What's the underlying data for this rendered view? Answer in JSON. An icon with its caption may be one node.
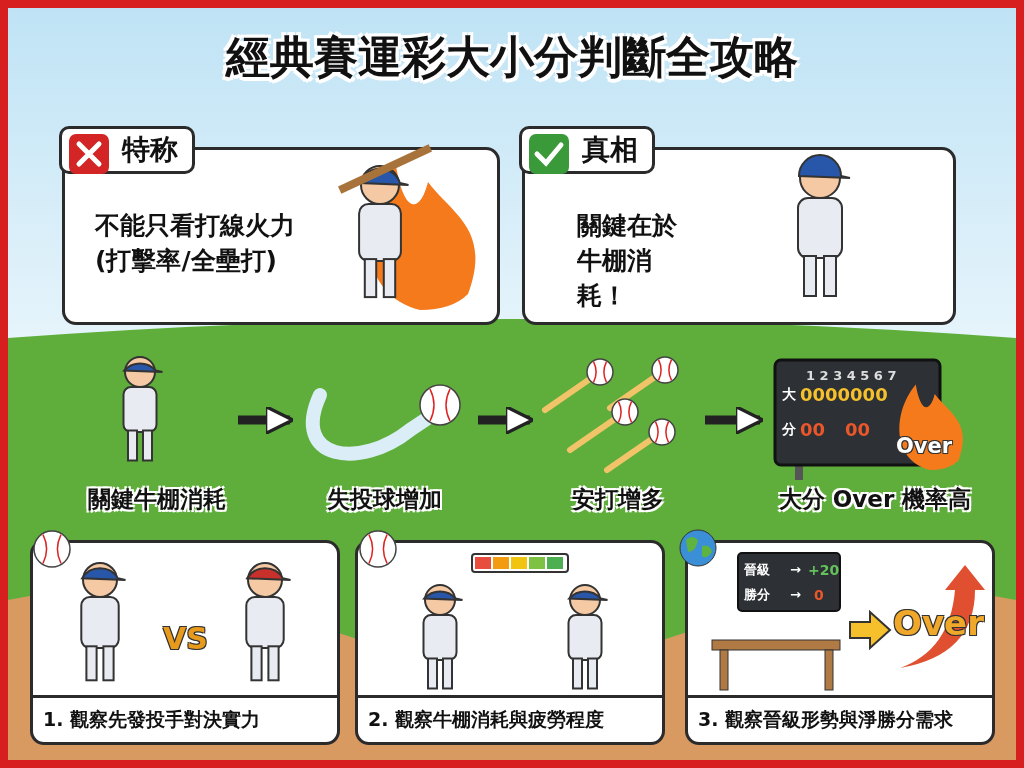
{
  "diagram": {
    "title": "經典賽運彩大小分判斷全攻略",
    "nodes": [
      {
        "text": [
          "特称",
          "不能只看打線火力(打擊率/全壘打)"
        ]
      },
      {
        "text": [
          "真相",
          "關鍵在於牛棚消耗！"
        ]
      },
      {
        "text": [
          "關鍵牛棚消耗"
        ]
      },
      {
        "text": [
          "失投球增加"
        ]
      },
      {
        "text": [
          "安打增多"
        ]
      },
      {
        "text": [
          "大分 Over 機率高"
        ]
      },
      {
        "text": [
          "1. 觀察先發投手對決實力"
        ]
      },
      {
        "text": [
          "2. 觀察牛棚消耗與疲勞程度"
        ]
      },
      {
        "text": [
          "3. 觀察晉級形勢與淨勝分需求"
        ]
      }
    ],
    "edges": [
      {
        "from": 2,
        "to": 3,
        "arrow": "to"
      },
      {
        "from": 3,
        "to": 4,
        "arrow": "to"
      },
      {
        "from": 4,
        "to": 5,
        "arrow": "to"
      }
    ],
    "labels": [
      "1 2 3 4 5 6 7",
      "大",
      "0000000",
      "分",
      "00",
      "00",
      "Over",
      "VS",
      "晉級",
      "→",
      "+20",
      "勝分",
      "→",
      "0",
      "Over"
    ]
  }
}
